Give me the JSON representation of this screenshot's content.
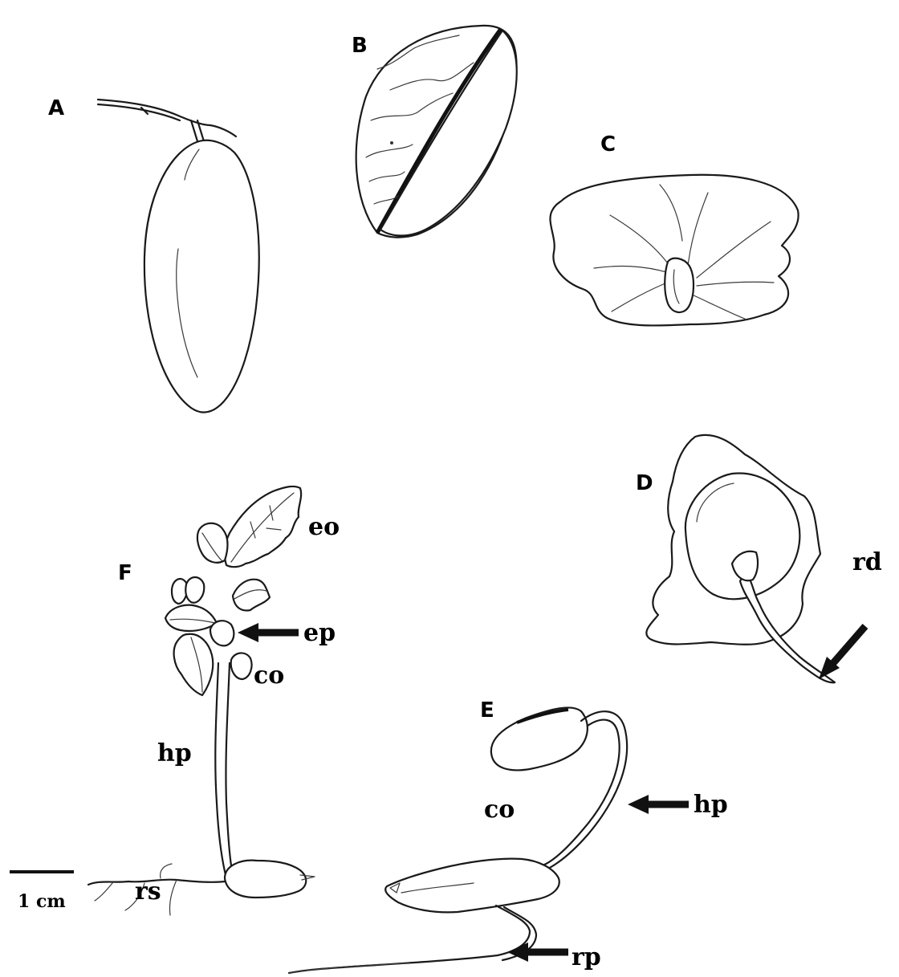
{
  "panels": {
    "a": "A",
    "b": "B",
    "c": "C",
    "d": "D",
    "e": "E",
    "f": "F"
  },
  "labels": {
    "eo": "eo",
    "ep": "ep",
    "co_f": "co",
    "hp_f": "hp",
    "rs": "rs",
    "rd": "rd",
    "co_e": "co",
    "hp_e": "hp",
    "rp": "rp"
  },
  "scale_bar": {
    "label": "1 cm"
  }
}
